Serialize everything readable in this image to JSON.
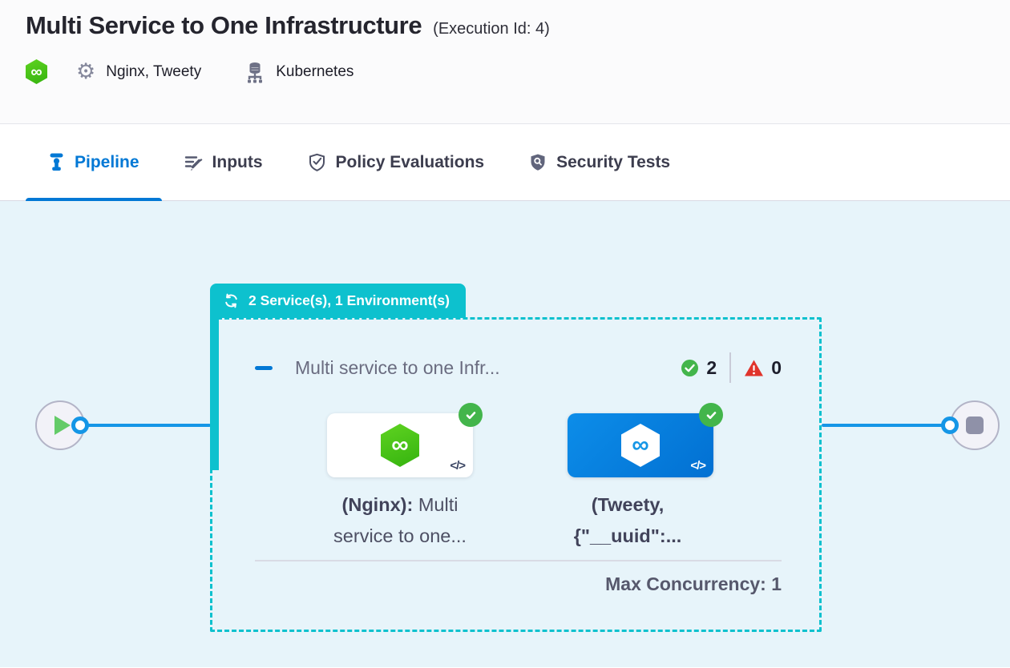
{
  "header": {
    "title": "Multi Service to One Infrastructure",
    "execution_id": "(Execution Id: 4)",
    "services": "Nginx, Tweety",
    "infrastructure": "Kubernetes"
  },
  "tabs": {
    "pipeline": "Pipeline",
    "inputs": "Inputs",
    "policy": "Policy Evaluations",
    "security": "Security Tests"
  },
  "stage": {
    "badge": "2 Service(s), 1 Environment(s)",
    "title": "Multi service to one Infr...",
    "success_count": "2",
    "error_count": "0",
    "max_concurrency": "Max Concurrency: 1"
  },
  "services": [
    {
      "line1_bold": "(Nginx):",
      "line1_rest": " Multi",
      "line2_bold": "",
      "line2_rest": "service to one..."
    },
    {
      "line1_bold": "(Tweety,",
      "line1_rest": "",
      "line2_bold": "{\"__uuid\":...",
      "line2_rest": ""
    }
  ],
  "icons": {
    "harness_logo_glyph": "∞",
    "gear_glyph": "⚙",
    "code_glyph": "</>"
  },
  "colors": {
    "accent_blue": "#0278D5",
    "edge_blue": "#1596E6",
    "stage_teal": "#0DC1CE",
    "success_green": "#43B54B",
    "error_red": "#E0342C",
    "canvas_bg": "#E7F4FA"
  }
}
